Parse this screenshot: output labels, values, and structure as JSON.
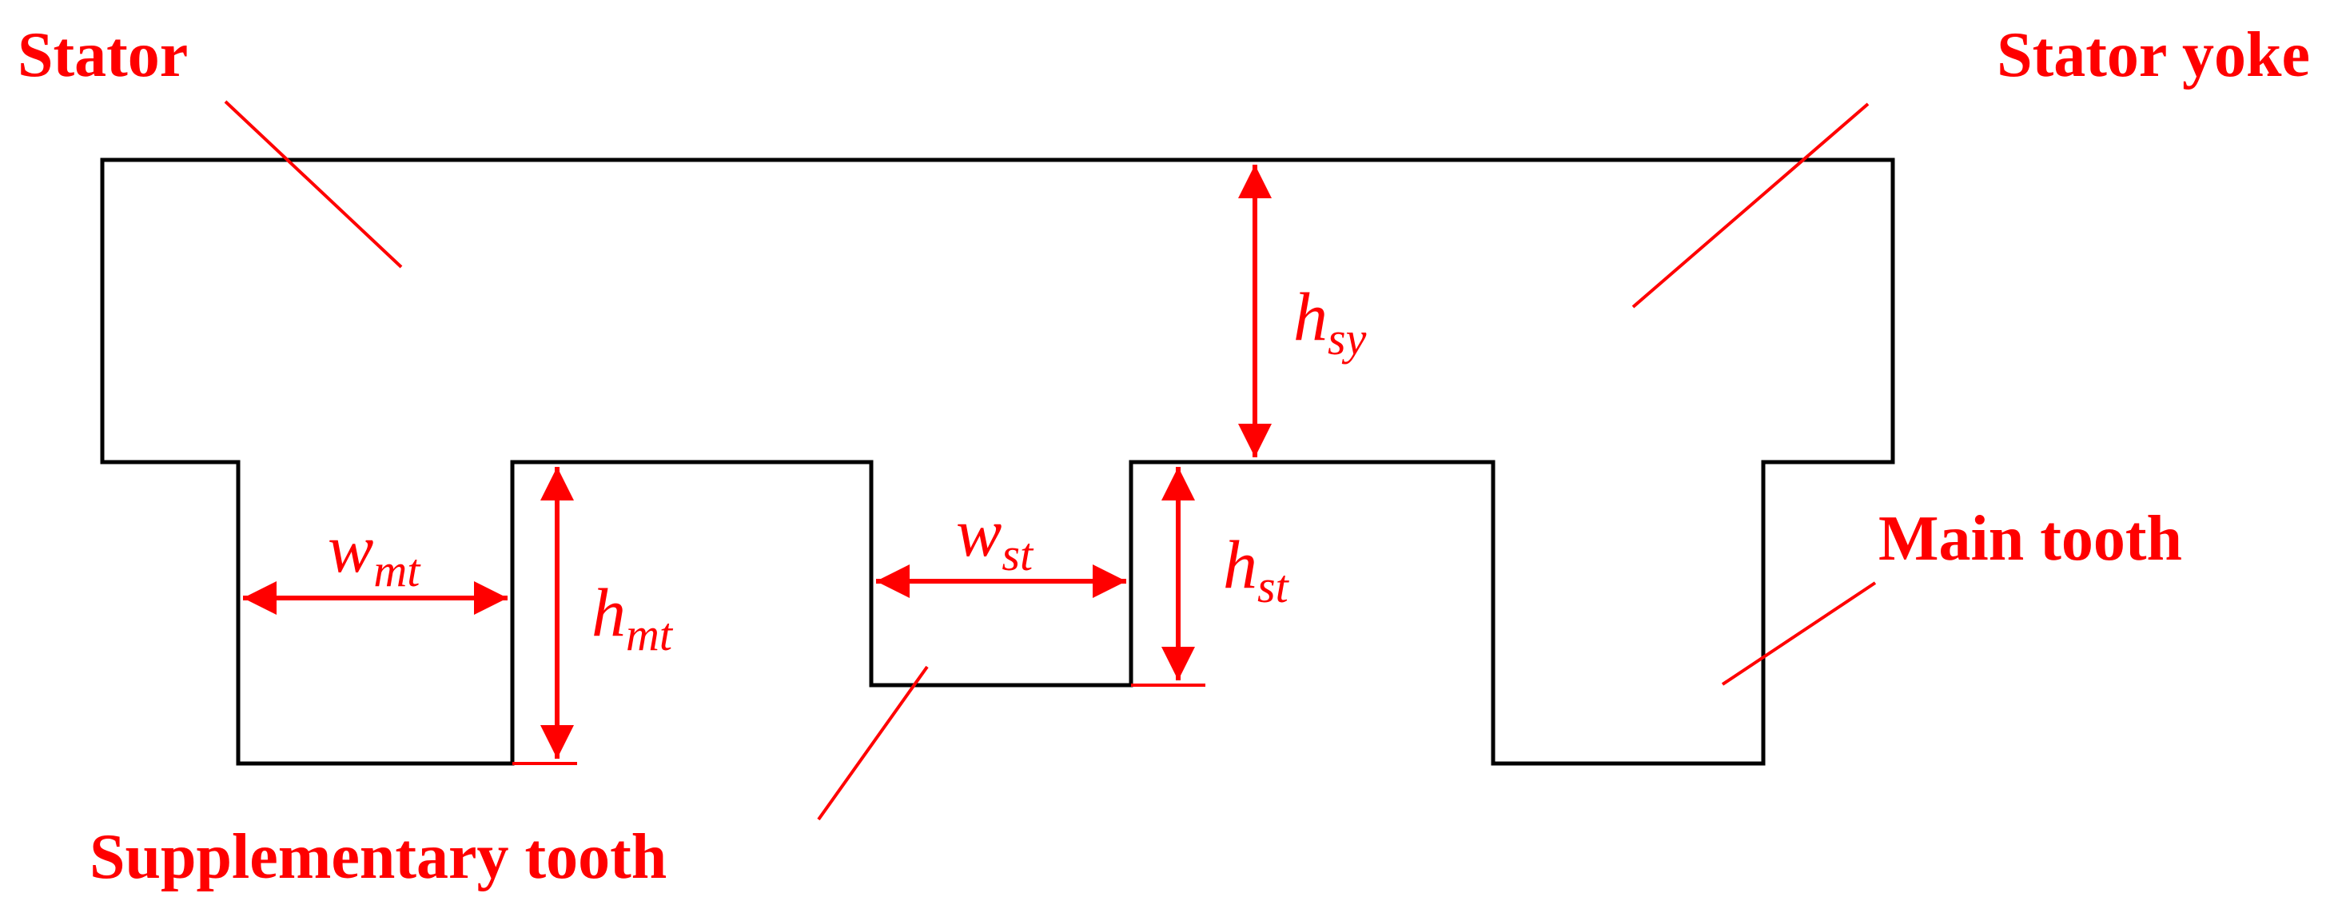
{
  "labels": {
    "stator": "Stator",
    "stator_yoke": "Stator yoke",
    "main_tooth": "Main tooth",
    "supplementary_tooth": "Supplementary tooth"
  },
  "dimensions": {
    "h_sy": {
      "base": "h",
      "sub": "sy"
    },
    "w_mt": {
      "base": "w",
      "sub": "mt"
    },
    "h_mt": {
      "base": "h",
      "sub": "mt"
    },
    "w_st": {
      "base": "w",
      "sub": "st"
    },
    "h_st": {
      "base": "h",
      "sub": "st"
    }
  },
  "colors": {
    "outline": "#000000",
    "annotation": "#ff0000"
  }
}
